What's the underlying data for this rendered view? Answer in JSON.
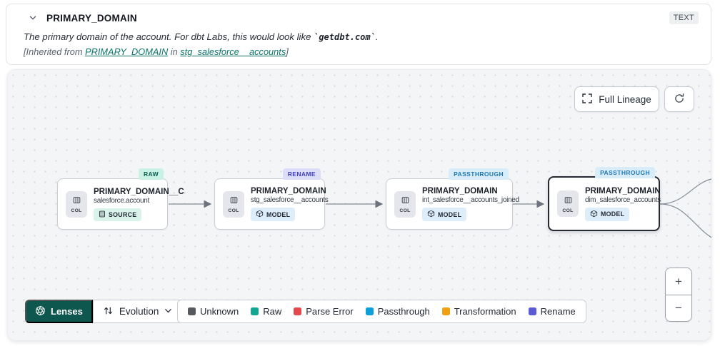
{
  "header": {
    "title": "PRIMARY_DOMAIN",
    "type_badge": "TEXT",
    "description": {
      "prefix": "The primary domain of the account. For dbt Labs, this would look like ",
      "code": "`getdbt.com`",
      "suffix": "."
    },
    "inherited": {
      "prefix": "[Inherited from ",
      "column_link": "PRIMARY_DOMAIN",
      "middle": " in ",
      "model_link": "stg_salesforce__accounts",
      "suffix": "]"
    }
  },
  "toolbar": {
    "full_lineage_label": "Full Lineage"
  },
  "graph": {
    "nodes": [
      {
        "transform_badge": "RAW",
        "title": "PRIMARY_DOMAIN__C",
        "subtitle": "salesforce.account",
        "resource_type": "SOURCE",
        "col_label": "COL",
        "selected": false
      },
      {
        "transform_badge": "RENAME",
        "title": "PRIMARY_DOMAIN",
        "subtitle": "stg_salesforce__accounts",
        "resource_type": "MODEL",
        "col_label": "COL",
        "selected": false
      },
      {
        "transform_badge": "PASSTHROUGH",
        "title": "PRIMARY_DOMAIN",
        "subtitle": "int_salesforce__accounts_joined",
        "resource_type": "MODEL",
        "col_label": "COL",
        "selected": false
      },
      {
        "transform_badge": "PASSTHROUGH",
        "title": "PRIMARY_DOMAIN",
        "subtitle": "dim_salesforce_accounts",
        "resource_type": "MODEL",
        "col_label": "COL",
        "selected": true
      }
    ]
  },
  "lenses": {
    "button_label": "Lenses",
    "selected_lens": "Evolution"
  },
  "legend": {
    "items": [
      {
        "label": "Unknown",
        "color": "#56595e"
      },
      {
        "label": "Raw",
        "color": "#12a594"
      },
      {
        "label": "Parse Error",
        "color": "#e5484d"
      },
      {
        "label": "Passthrough",
        "color": "#0d9fd8"
      },
      {
        "label": "Transformation",
        "color": "#f0a010"
      },
      {
        "label": "Rename",
        "color": "#5b5bd6"
      }
    ]
  },
  "zoom_controls": {
    "zoom_in": "+",
    "zoom_out": "−"
  },
  "colors": {
    "lenses_green": "#0e574e",
    "raw_badge_bg": "#c9f2e4",
    "rename_badge_bg": "#dcddf8",
    "passthrough_badge_bg": "#d9ecf9",
    "link_teal": "#0c756b"
  },
  "icons": {
    "collapse": "chevron-down-icon",
    "full_lineage": "expand-icon",
    "refresh": "refresh-icon",
    "lenses": "aperture-icon",
    "lens_dropdown": "swap-vertical-icon",
    "column_chip": "columns-icon",
    "source": "table-icon",
    "model": "cube-icon"
  }
}
